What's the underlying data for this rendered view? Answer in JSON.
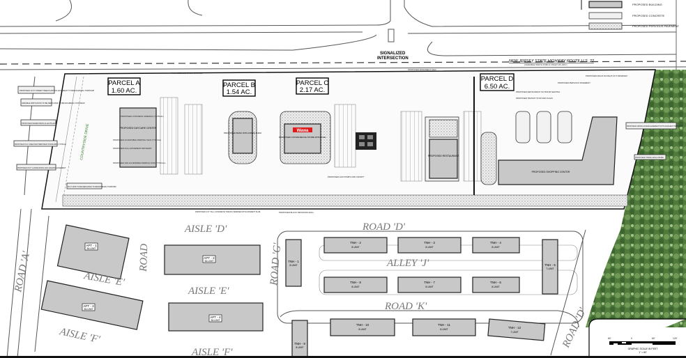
{
  "legend": {
    "items": [
      {
        "label": "PROPOSED BUILDING",
        "swatch": "#c8c8c8"
      },
      {
        "label": "PROPOSED CONCRETE",
        "swatch": "#f4f4f4"
      },
      {
        "label": "PROPOSED PERVIOUS PAVEMENT",
        "swatch": "dotted"
      }
    ]
  },
  "highway": {
    "signal_label_1": "SIGNALIZED",
    "signal_label_2": "INTERSECTION",
    "route_label": "NEW JERSEY STATE HIGHWAY ROUTE U.S. 22",
    "route_sub": "(VARIABLE WIDTH PUBLIC RIGHT-OF-WAY)",
    "existing_road": "COUNTRYSIDE DRIVE"
  },
  "parcels": [
    {
      "name": "PARCEL A",
      "area": "1.60 AC."
    },
    {
      "name": "PARCEL B",
      "area": "1.54 AC."
    },
    {
      "name": "PARCEL C",
      "area": "2.17 AC."
    },
    {
      "name": "PARCEL D",
      "area": "6.50 AC."
    }
  ],
  "buildings": {
    "daycare": "PROPOSED DAYCARE CENTER",
    "parcel_b": "PROPOSED BANK WITH DRIVE-THRU",
    "wawa_logo": "Wawa",
    "wawa": "PROPOSED CONVENIENCE STORE WITH FUEL",
    "restaurant": "PROPOSED RESTAURANT",
    "shopping": "PROPOSED SHOPPING CENTER"
  },
  "callouts": [
    "PROPOSED 10 FT STREET TREE PLANTING EASEMENT TO BRANCHBURG TOWNSHIP",
    "VARIABLE WIDTH ROW TO BE DEDICATED TO BRANCHBURG TOWNSHIP",
    "PROPOSED PEDESTRIAN ALLEY/PLAZA",
    "PROPOSED PLAY AREA PER PREPOSED STANDARDS (TYPICAL)",
    "PROPOSED 15 FT LANDSCAPING AND GRADING EASEMENT",
    "60 FT ROW TO BE DEDICATED TO BRANCHBURG TOWNSHIP",
    "PROPOSED CONCRETE SIDEWALK (TYPICAL)",
    "PROPOSED ACCESSIBLE PARKING SIGN (TYPICAL)",
    "PROPOSED FULL-MOVEMENT DRIVEWAY",
    "PROPOSED VAN ACCESSIBLE PARKING SIGN (TYPICAL)",
    "PROPOSED BIORETENTION AREA",
    "PROPOSED MONUMENT SIGN",
    "PROPOSED RESTAURANT OUTDOOR SEATING",
    "PROPOSED TRANSIT STOP AND PLAZA",
    "PROPOSED PERVIOUS PAVEMENT",
    "PROPOSED RIGHT-IN RIGHT-OUT DRIVEWAY",
    "PROPOSED CROSS ACCESS EASEMENT WITH ADJACENT PROPERTY",
    "PROPOSED TRASH ENCLOSURE",
    "PROPOSED 4 FT TALL CONCRETE TRAFFIC BARRIER WITH MOMENT SLAB",
    "PROPOSED BLOCK RETAINING WALL",
    "PROPOSED GAS PUMPS AND CANOPY"
  ],
  "roads": {
    "road_a": "ROAD 'A'",
    "road_b": "ROAD",
    "road_d": "ROAD 'D'",
    "road_d2": "ROAD 'D'",
    "road_g": "ROAD 'G'",
    "road_k": "ROAD 'K'",
    "alley_j": "ALLEY 'J'",
    "aisle_d": "AISLE 'D'",
    "aisle_e1": "AISLE 'E'",
    "aisle_e2": "AISLE 'E'",
    "aisle_f1": "AISLE 'F'",
    "aisle_f2": "AISLE 'F'"
  },
  "apartments": [
    {
      "name": "APT - 1",
      "units": "36-UNIT"
    },
    {
      "name": "APT - 2",
      "units": "36-UNIT"
    },
    {
      "name": "APT - 3",
      "units": "36-UNIT"
    },
    {
      "name": "APT - 4",
      "units": "36-UNIT"
    }
  ],
  "townhouses": [
    {
      "name": "TNH - 1",
      "units": "8-UNIT"
    },
    {
      "name": "TNH - 2",
      "units": "8-UNIT"
    },
    {
      "name": "TNH - 3",
      "units": "8-UNIT"
    },
    {
      "name": "TNH - 4",
      "units": "8-UNIT"
    },
    {
      "name": "TNH - 5",
      "units": "7-UNIT"
    },
    {
      "name": "TNH - 6",
      "units": "8-UNIT"
    },
    {
      "name": "TNH - 7",
      "units": "8-UNIT"
    },
    {
      "name": "TNH - 8",
      "units": "8-UNIT"
    },
    {
      "name": "TNH - 9",
      "units": "8-UNIT"
    },
    {
      "name": "TNH - 10",
      "units": "8-UNIT"
    },
    {
      "name": "TNH - 11",
      "units": "8-UNIT"
    },
    {
      "name": "TNH - 12",
      "units": "7-UNIT"
    }
  ],
  "scale": {
    "ticks": [
      "60'",
      "0",
      "60'",
      "120'"
    ],
    "title": "GRAPHIC SCALE IN FEET",
    "ratio": "1\" = 60'"
  }
}
